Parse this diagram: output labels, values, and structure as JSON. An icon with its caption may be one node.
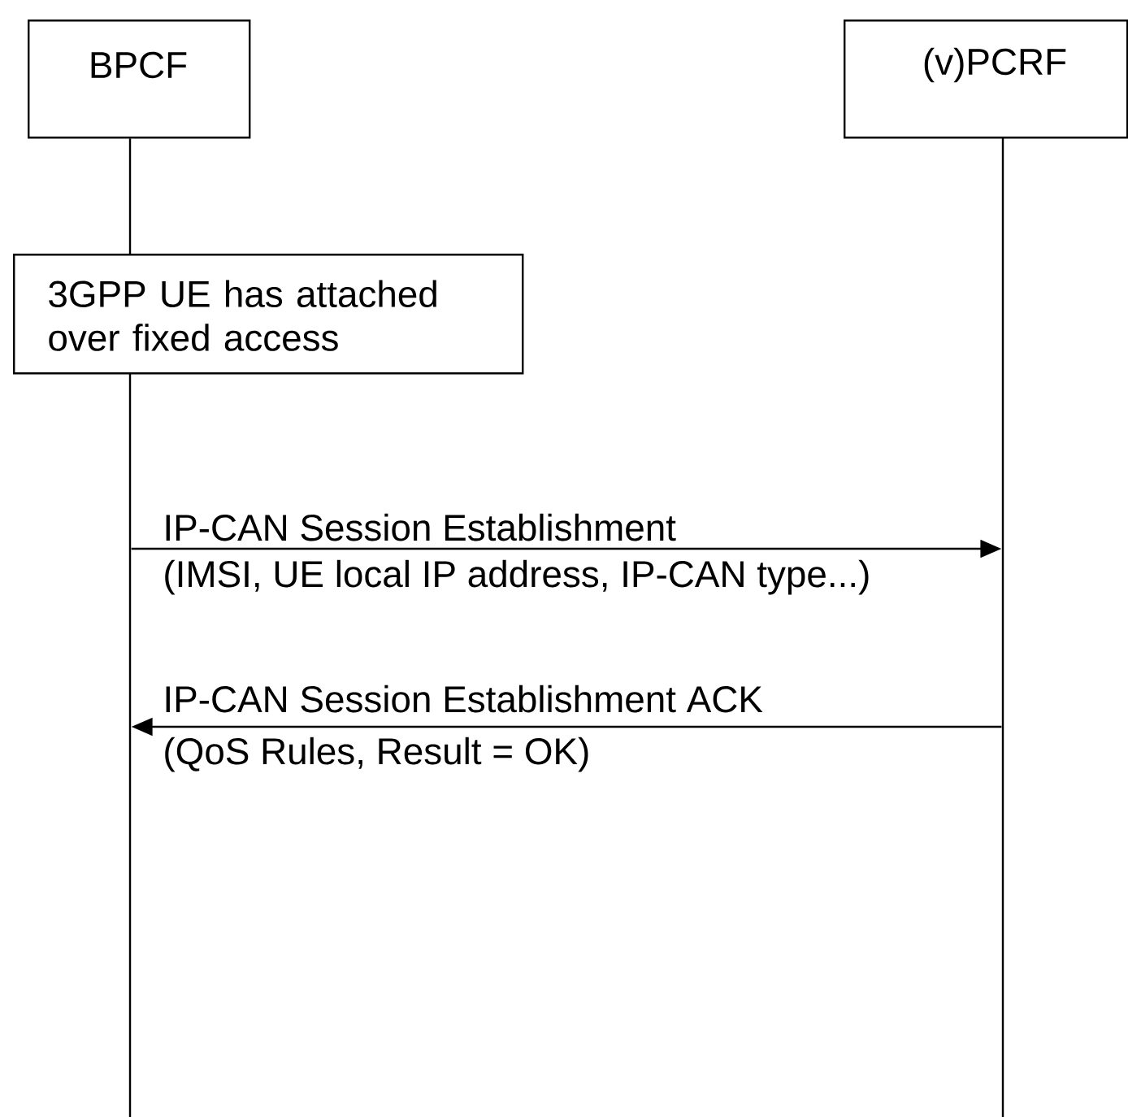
{
  "diagram": {
    "nodes": [
      {
        "text": [
          "BPCF"
        ]
      },
      {
        "text": [
          "(v)PCRF"
        ]
      },
      {
        "text": [
          "3GPP UE has attached over fixed access"
        ]
      },
      {
        "text": [],
        "shape": "line"
      },
      {
        "text": [],
        "shape": "line"
      }
    ],
    "edges": [
      {
        "from": 0,
        "to": 2,
        "arrow": "none"
      },
      {
        "from": 3,
        "to": 4,
        "arrow": "to",
        "label": "IP-CAN Session Establishment"
      },
      {
        "from": 4,
        "to": 3,
        "arrow": "to",
        "label": "IP-CAN Session Establishment ACK"
      }
    ],
    "labels": [
      "(IMSI, UE local IP address, IP-CAN type...)",
      "(QoS Rules, Result = OK)"
    ]
  }
}
